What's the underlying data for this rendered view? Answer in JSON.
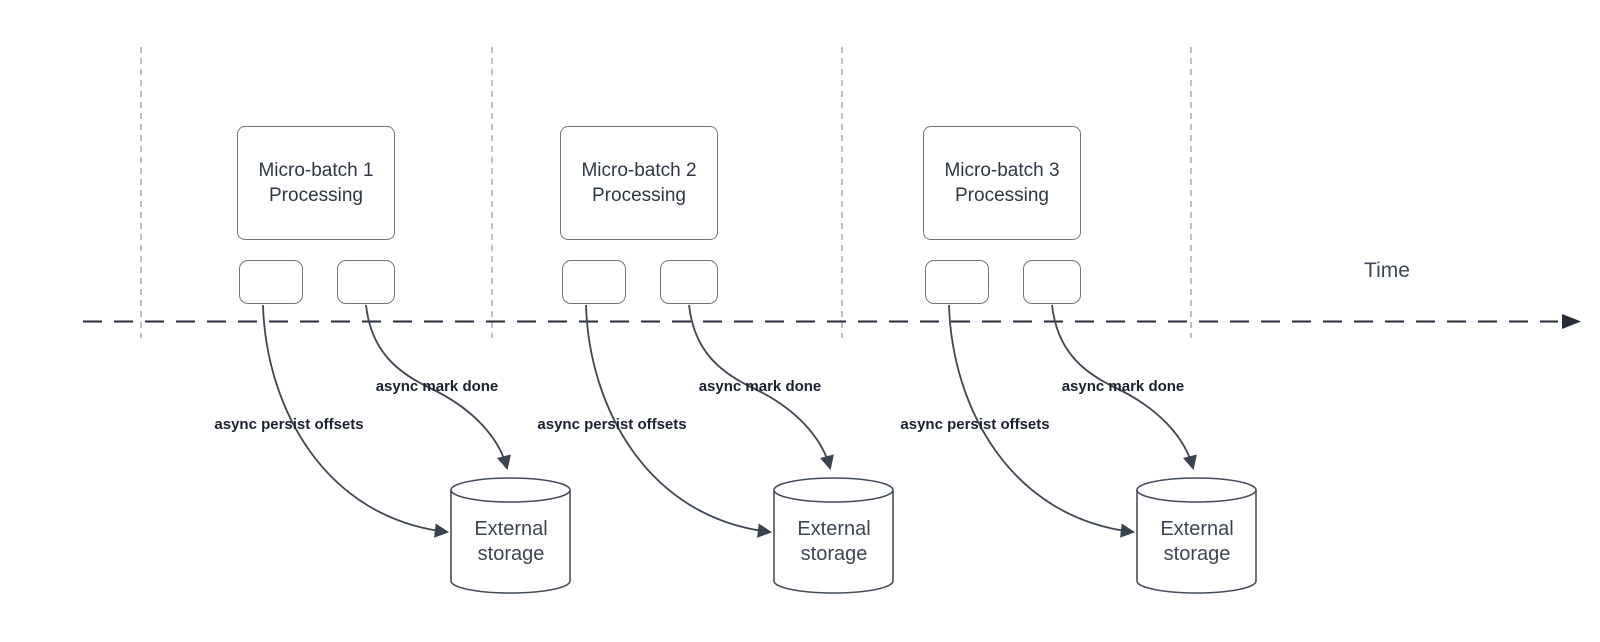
{
  "diagram": {
    "time_label": "Time",
    "batches": [
      {
        "title_line1": "Micro-batch 1",
        "title_line2": "Processing",
        "persist_label": "async persist offsets",
        "mark_label": "async mark done",
        "storage_line1": "External",
        "storage_line2": "storage"
      },
      {
        "title_line1": "Micro-batch 2",
        "title_line2": "Processing",
        "persist_label": "async persist offsets",
        "mark_label": "async mark done",
        "storage_line1": "External",
        "storage_line2": "storage"
      },
      {
        "title_line1": "Micro-batch 3",
        "title_line2": "Processing",
        "persist_label": "async persist offsets",
        "mark_label": "async mark done",
        "storage_line1": "External",
        "storage_line2": "storage"
      }
    ],
    "colors": {
      "background": "#ffffff",
      "time_axis": "#272d38",
      "gridline": "#a6abb1",
      "arrow": "#3e4754",
      "box_border": "#6e7781",
      "cylinder_border": "#454f5b",
      "title_text": "#2e3844",
      "label_text": "#1a2230",
      "storage_text": "#3d4752",
      "time_text": "#3e4854"
    }
  }
}
